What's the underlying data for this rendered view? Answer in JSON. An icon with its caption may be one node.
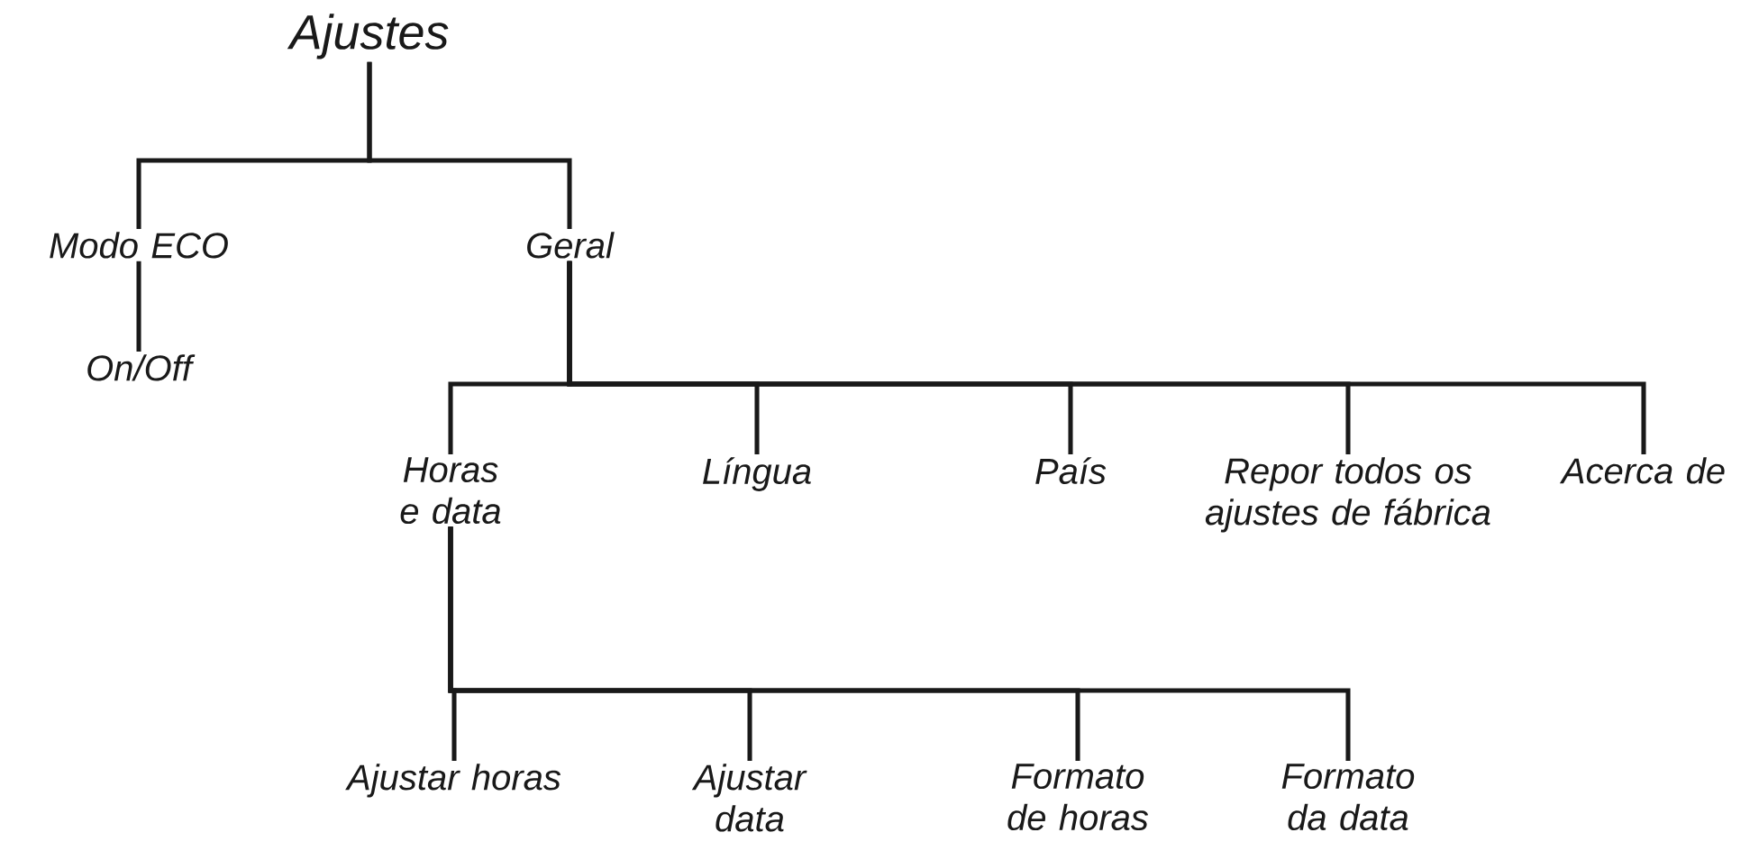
{
  "diagram": {
    "nodes": [
      {
        "text": [
          "Ajustes"
        ]
      },
      {
        "text": [
          "Modo ECO"
        ]
      },
      {
        "text": [
          "Geral"
        ]
      },
      {
        "text": [
          "On/Off"
        ]
      },
      {
        "text": [
          "Horas e data"
        ]
      },
      {
        "text": [
          "Língua"
        ]
      },
      {
        "text": [
          "País"
        ]
      },
      {
        "text": [
          "Repor todos os ajustes de fábrica"
        ]
      },
      {
        "text": [
          "Acerca de"
        ]
      },
      {
        "text": [
          "Ajustar horas"
        ]
      },
      {
        "text": [
          "Ajustar data"
        ]
      },
      {
        "text": [
          "Formato de horas"
        ]
      },
      {
        "text": [
          "Formato da data"
        ]
      }
    ],
    "edges": [
      {
        "from": 0,
        "to": 1,
        "arrow": "none"
      },
      {
        "from": 0,
        "to": 2,
        "arrow": "none"
      },
      {
        "from": 1,
        "to": 3,
        "arrow": "none"
      },
      {
        "from": 2,
        "to": 4,
        "arrow": "none"
      },
      {
        "from": 2,
        "to": 5,
        "arrow": "none"
      },
      {
        "from": 2,
        "to": 6,
        "arrow": "none"
      },
      {
        "from": 2,
        "to": 7,
        "arrow": "none"
      },
      {
        "from": 2,
        "to": 8,
        "arrow": "none"
      },
      {
        "from": 4,
        "to": 9,
        "arrow": "none"
      },
      {
        "from": 4,
        "to": 10,
        "arrow": "none"
      },
      {
        "from": 4,
        "to": 11,
        "arrow": "none"
      },
      {
        "from": 4,
        "to": 12,
        "arrow": "none"
      }
    ]
  }
}
